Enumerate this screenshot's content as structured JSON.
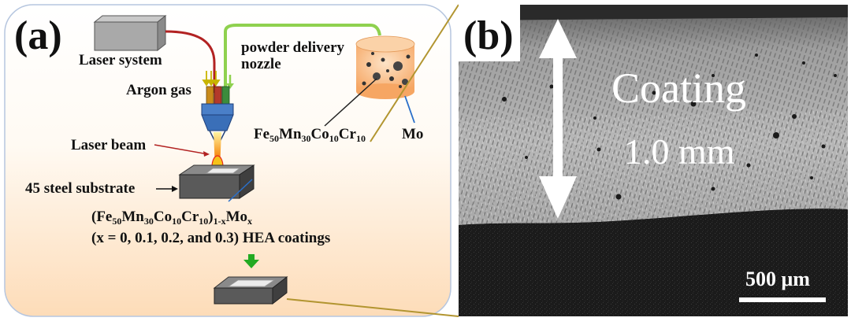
{
  "panel_a": {
    "tag": "(a)",
    "laser_system": "Laser system",
    "powder_nozzle_line1": "powder delivery",
    "powder_nozzle_line2": "nozzle",
    "argon_gas": "Argon gas",
    "laser_beam": "Laser beam",
    "substrate": "45 steel substrate",
    "powder_main": "Fe",
    "powder_sub1": "50",
    "powder_mn": "Mn",
    "powder_sub2": "30",
    "powder_co": "Co",
    "powder_sub3": "10",
    "powder_cr": "Cr",
    "powder_sub4": "10",
    "mo": "Mo",
    "coating_formula_open": "(Fe",
    "coating_formula_close": ")",
    "coating_formula_sub": "1-x",
    "coating_formula_mo": "Mo",
    "coating_formula_x": "x",
    "coating_variants": "(x = 0, 0.1, 0.2, and 0.3) HEA coatings"
  },
  "panel_b": {
    "tag": "(b)",
    "coating_label": "Coating",
    "thickness": "1.0 mm",
    "scale_bar": "500 μm"
  },
  "colors": {
    "panel_a_fill_top": "#ffffff",
    "panel_a_fill_bottom": "#fde3c6",
    "connector": "#b29530",
    "red_fiber": "#b22222",
    "green_tube": "#8fd14f",
    "argon_arrow": "#c8b400",
    "nozzle": "#4a7fc8",
    "beam": "#e8261a",
    "pointer_blue": "#2a6fc9",
    "green_arrow": "#22aa22"
  }
}
